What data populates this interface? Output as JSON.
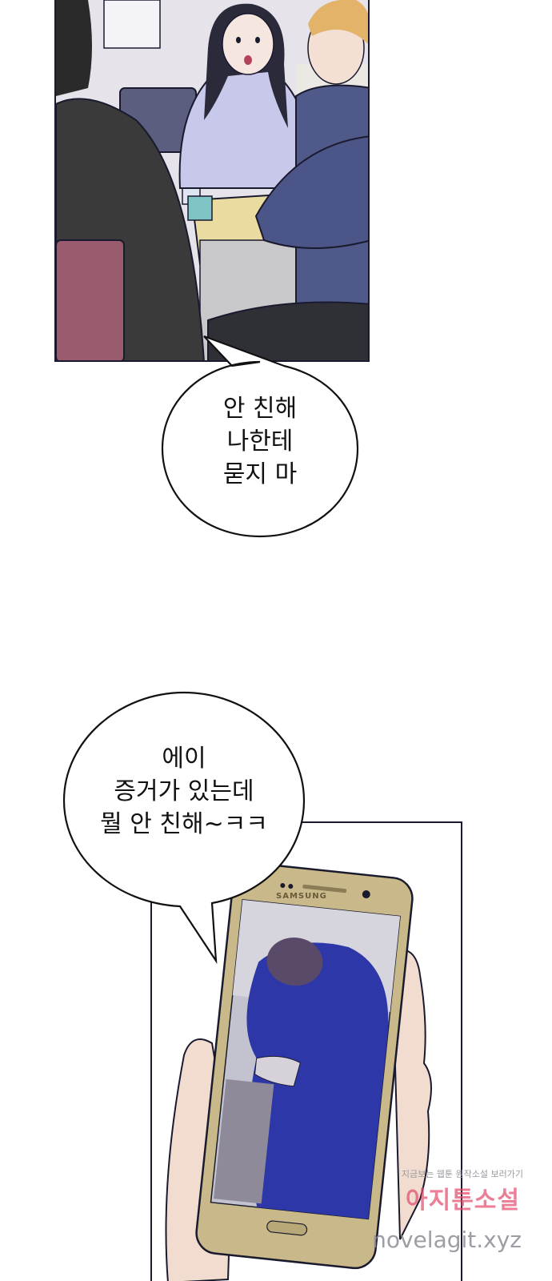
{
  "comic": {
    "bubble1": {
      "lines": [
        "안 친해",
        "나한테",
        "묻지 마"
      ]
    },
    "bubble2": {
      "lines": [
        "에이",
        "증거가 있는데",
        "뭘 안 친해~ㅋㅋ"
      ]
    }
  },
  "phone": {
    "brand": "SAMSUNG"
  },
  "watermark": {
    "tag": "지금보는 웹툰 원작소설 보러가기",
    "brand": "아지툰소설",
    "url": "novelagit.xyz"
  },
  "colors": {
    "ink": "#1a1a2e",
    "phone_gold": "#c9b98a",
    "phone_screen_blue": "#2e37a8",
    "skin": "#f2dcd0",
    "shirt_lavender": "#c8c8ea",
    "accent_pink": "#e24a6b"
  }
}
